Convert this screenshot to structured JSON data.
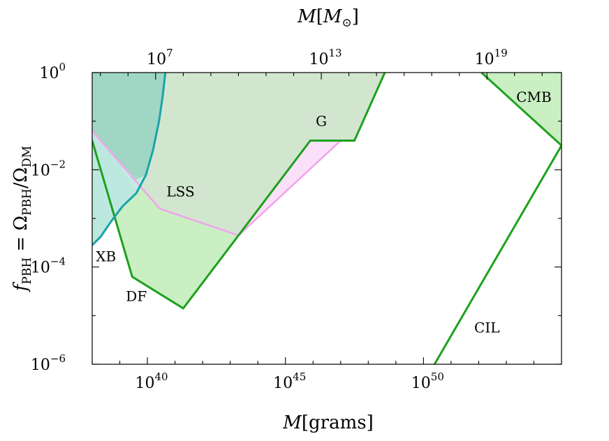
{
  "chart_data": {
    "type": "area",
    "xlabel_bottom": "M[grams]",
    "xlabel_top": "M[M⊙]",
    "ylabel": "fPBH = ΩPBH/ΩDM",
    "x_scale": "log",
    "y_scale": "log",
    "xlim_grams": [
      1e+38,
      1e+55
    ],
    "ylim": [
      1e-06,
      1
    ],
    "bottom_ticks": [
      {
        "base": "10",
        "exp": "40",
        "value": 1e+40
      },
      {
        "base": "10",
        "exp": "45",
        "value": 1e+45
      },
      {
        "base": "10",
        "exp": "50",
        "value": 1e+50
      }
    ],
    "top_ticks": [
      {
        "base": "10",
        "exp": "7",
        "value": 10000000.0
      },
      {
        "base": "10",
        "exp": "13",
        "value": 10000000000000.0
      },
      {
        "base": "10",
        "exp": "19",
        "value": 1e+19
      }
    ],
    "y_ticks": [
      {
        "base": "10",
        "exp": "0",
        "value": 1
      },
      {
        "base": "10",
        "exp": "−2",
        "value": 0.01
      },
      {
        "base": "10",
        "exp": "−4",
        "value": 0.0001
      },
      {
        "base": "10",
        "exp": "−6",
        "value": 1e-06
      }
    ],
    "series": [
      {
        "name": "XB",
        "stroke": "#1aa3a8",
        "fill": "#bfeceb",
        "points": [
          [
            38.0,
            -3.55
          ],
          [
            38.3,
            -3.38
          ],
          [
            38.7,
            -3.05
          ],
          [
            39.1,
            -2.75
          ],
          [
            39.6,
            -2.48
          ],
          [
            39.95,
            -2.1
          ],
          [
            40.2,
            -1.6
          ],
          [
            40.42,
            -1.0
          ],
          [
            40.55,
            -0.5
          ],
          [
            40.65,
            0.0
          ]
        ]
      },
      {
        "name": "DF",
        "stroke": "#1ea11e",
        "fill": "#c9efc2",
        "points": [
          [
            38.0,
            -1.4
          ],
          [
            39.45,
            -4.2
          ],
          [
            41.3,
            -4.85
          ],
          [
            45.9,
            -1.4
          ],
          [
            47.5,
            -1.4
          ],
          [
            48.6,
            0.0
          ]
        ]
      },
      {
        "name": "LSS",
        "stroke": "#f0a6ea",
        "fill": "#fbe0f9",
        "points": [
          [
            38.0,
            -1.2
          ],
          [
            40.45,
            -2.8
          ],
          [
            43.3,
            -3.35
          ],
          [
            47.0,
            -1.4
          ]
        ]
      },
      {
        "name": "G",
        "stroke": "#8fbf8f",
        "fill": "#d2e6cf",
        "points": [
          [
            38.0,
            0.0
          ],
          [
            48.6,
            0.0
          ]
        ]
      },
      {
        "name": "CMB",
        "stroke": "#1ea11e",
        "fill": "#c9efc2",
        "points": [
          [
            52.1,
            0.0
          ],
          [
            55.0,
            -1.5
          ]
        ]
      },
      {
        "name": "CIL",
        "stroke": "#1ea11e",
        "fill": "none",
        "points": [
          [
            50.4,
            -6.0
          ],
          [
            55.0,
            -1.5
          ]
        ]
      }
    ],
    "annotations": [
      {
        "text": "G",
        "x": 46.3,
        "y": -1.1
      },
      {
        "text": "LSS",
        "x": 41.2,
        "y": -2.55
      },
      {
        "text": "XB",
        "x": 38.5,
        "y": -3.88
      },
      {
        "text": "DF",
        "x": 39.6,
        "y": -4.7
      },
      {
        "text": "CMB",
        "x": 54.0,
        "y": -0.6
      },
      {
        "text": "CIL",
        "x": 52.3,
        "y": -5.35
      }
    ]
  }
}
